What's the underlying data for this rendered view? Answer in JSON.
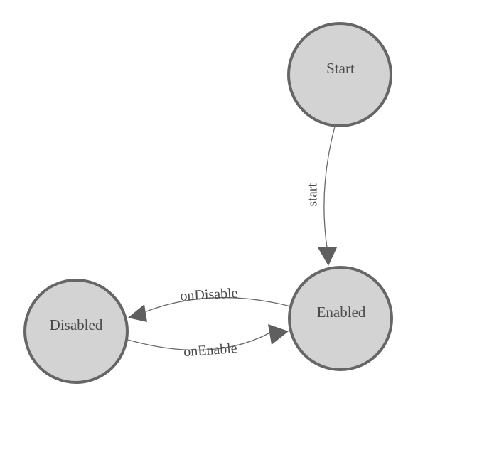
{
  "diagram": {
    "kind": "state-machine",
    "colors": {
      "background": "#ffffff",
      "node_fill": "#d3d3d3",
      "node_stroke": "#666666",
      "edge": "#6a6a6a",
      "arrow": "#5f5f5f",
      "text": "#4a4a4a"
    },
    "nodes": [
      {
        "id": "start",
        "label": "Start"
      },
      {
        "id": "enabled",
        "label": "Enabled"
      },
      {
        "id": "disabled",
        "label": "Disabled"
      }
    ],
    "edges": [
      {
        "from": "Start",
        "to": "Enabled",
        "label": "start"
      },
      {
        "from": "Enabled",
        "to": "Disabled",
        "label": "onDisable"
      },
      {
        "from": "Disabled",
        "to": "Enabled",
        "label": "onEnable"
      }
    ]
  }
}
